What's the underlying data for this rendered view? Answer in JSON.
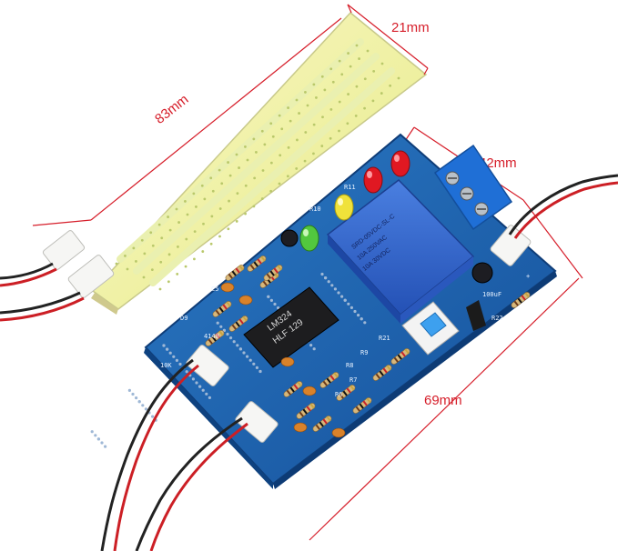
{
  "dimensions": {
    "sensor_width": "21mm",
    "sensor_length": "83mm",
    "board_height": "42mm",
    "board_length": "69mm"
  },
  "markings": {
    "ic_line1": "LM324",
    "ic_line2": "HLF 129",
    "relay_line1": "SRD-05VDC-SL-C",
    "relay_line2": "10A 250VAC",
    "relay_line3": "10A 30VDC",
    "cap_label": "100uF",
    "silk_r22": "R22",
    "silk_r21": "R21",
    "silk_r9": "R9",
    "silk_r8": "R8",
    "silk_r7": "R7",
    "silk_r6": "R6",
    "silk_r10": "R10",
    "silk_r11": "R11",
    "silk_plus": "+",
    "silk_c5": "C5",
    "silk_d9": "D9",
    "silk_4148": "4148",
    "silk_10k": "10K"
  },
  "colors": {
    "dimension_lines": "#d61e2a",
    "pcb_blue": "#1a5fa8",
    "sensor_board": "#f4f0a8",
    "relay_blue": "#2f63c9",
    "terminal_blue": "#1f6fd6"
  }
}
